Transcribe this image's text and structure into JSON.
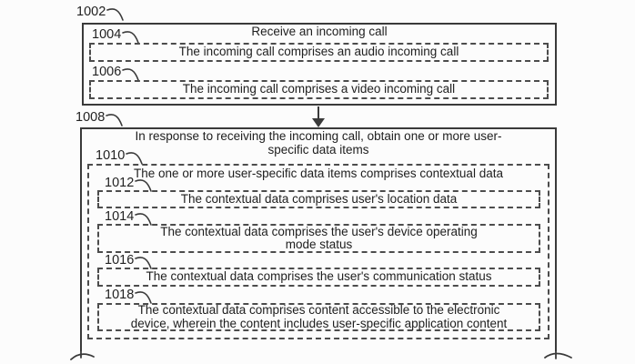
{
  "figure": {
    "colors": {
      "background": "#fcfcfc",
      "solid_line": "#3a3a3a",
      "dashed_line": "#4c4c4c",
      "text": "#1e1e1e"
    },
    "icons": {
      "leader": "curved-leader-line",
      "arrow": "down-arrow",
      "break": "continuation-break-squiggle"
    },
    "steps": {
      "s1002": {
        "ref": "1002",
        "title": "Receive an incoming call"
      },
      "s1004": {
        "ref": "1004",
        "text": "The incoming call comprises an audio incoming call"
      },
      "s1006": {
        "ref": "1006",
        "text": "The incoming call comprises a video incoming call"
      },
      "s1008": {
        "ref": "1008",
        "title": "In response to receiving the incoming call, obtain one or more user-specific data items"
      },
      "s1010": {
        "ref": "1010",
        "text": "The one or more user-specific data items comprises contextual data"
      },
      "s1012": {
        "ref": "1012",
        "text": "The contextual data comprises user's location data"
      },
      "s1014": {
        "ref": "1014",
        "text": "The contextual data comprises the user's device operating mode status"
      },
      "s1016": {
        "ref": "1016",
        "text": "The contextual data comprises the user's communication status"
      },
      "s1018": {
        "ref": "1018",
        "text": "The contextual data comprises content accessible to the electronic device, wherein the content includes user-specific application content"
      }
    }
  }
}
